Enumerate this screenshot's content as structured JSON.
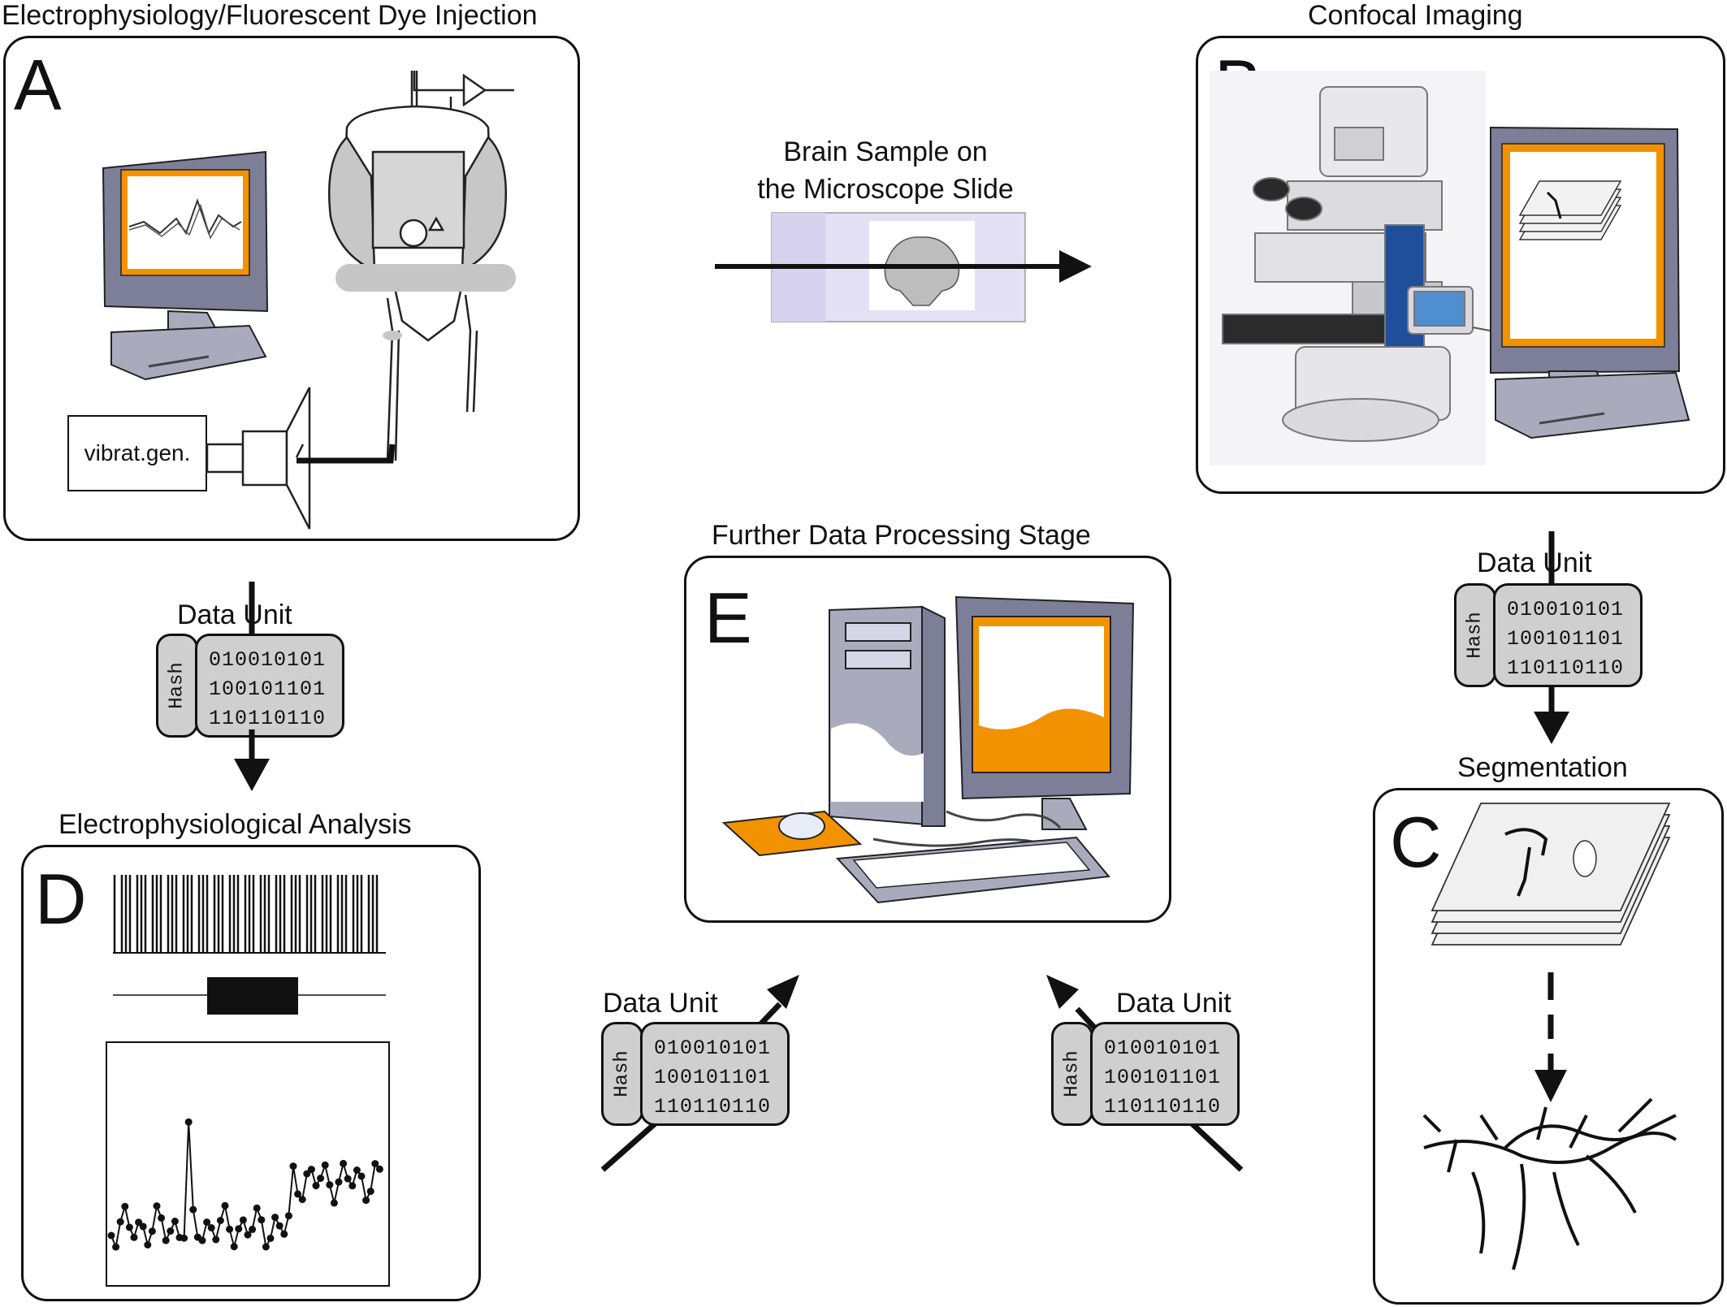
{
  "panels": {
    "A": {
      "letter": "A",
      "title": "Electrophysiology/Fluorescent Dye Injection",
      "device_label": "vibrat.gen."
    },
    "B": {
      "letter": "B",
      "title": "Confocal Imaging"
    },
    "C": {
      "letter": "C",
      "title": "Segmentation"
    },
    "D": {
      "letter": "D",
      "title": "Electrophysiological Analysis"
    },
    "E": {
      "letter": "E",
      "title": "Further Data Processing Stage"
    }
  },
  "slide": {
    "line1": "Brain Sample on",
    "line2": "the Microscope Slide"
  },
  "data_units": [
    {
      "id": "du1",
      "title": "Data Unit",
      "hash": "Hash",
      "bits": [
        "010010101",
        "100101101",
        "110110110"
      ]
    },
    {
      "id": "du2",
      "title": "Data Unit",
      "hash": "Hash",
      "bits": [
        "010010101",
        "100101101",
        "110110110"
      ]
    },
    {
      "id": "du3",
      "title": "Data Unit",
      "hash": "Hash",
      "bits": [
        "010010101",
        "100101101",
        "110110110"
      ]
    },
    {
      "id": "du4",
      "title": "Data Unit",
      "hash": "Hash",
      "bits": [
        "010010101",
        "100101101",
        "110110110"
      ]
    }
  ],
  "colors": {
    "accent": "#f39200",
    "monitor": "#7d7f99",
    "device_gray": "#a9abbd",
    "box_fill": "#cfcfcf",
    "slide": "#d8d4f0"
  }
}
